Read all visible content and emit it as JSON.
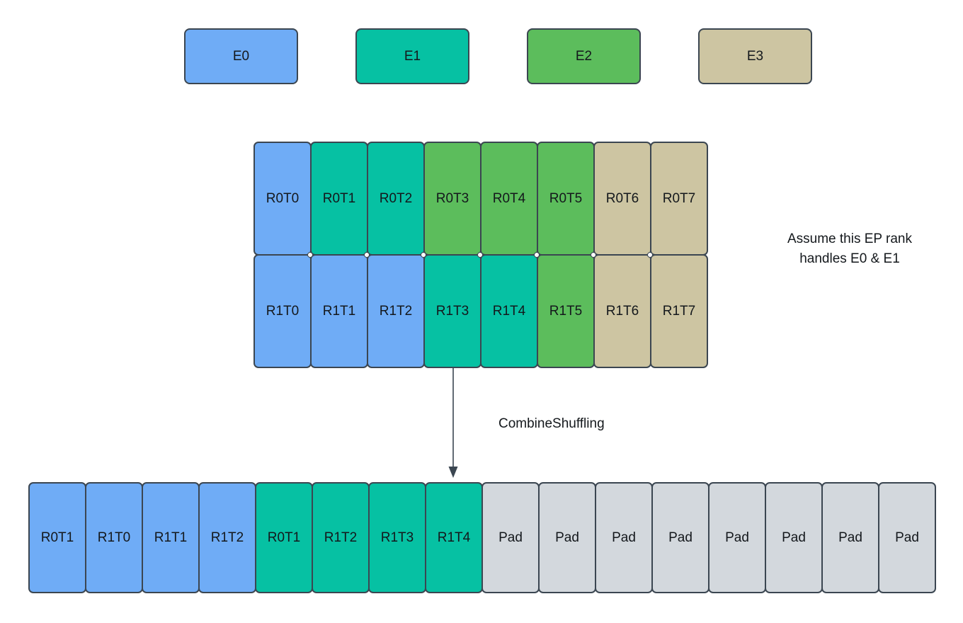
{
  "colors": {
    "e0": "#6FACF6",
    "e1": "#06C1A3",
    "e2": "#5CBD5C",
    "e3": "#CDC5A2",
    "pad": "#D3D8DD",
    "border": "#3B4651",
    "text": "#14181C"
  },
  "legend": {
    "items": [
      {
        "label": "E0",
        "color": "e0"
      },
      {
        "label": "E1",
        "color": "e1"
      },
      {
        "label": "E2",
        "color": "e2"
      },
      {
        "label": "E3",
        "color": "e3"
      }
    ]
  },
  "grid": {
    "rows": [
      {
        "cells": [
          {
            "label": "R0T0",
            "color": "e0"
          },
          {
            "label": "R0T1",
            "color": "e1"
          },
          {
            "label": "R0T2",
            "color": "e1"
          },
          {
            "label": "R0T3",
            "color": "e2"
          },
          {
            "label": "R0T4",
            "color": "e2"
          },
          {
            "label": "R0T5",
            "color": "e2"
          },
          {
            "label": "R0T6",
            "color": "e3"
          },
          {
            "label": "R0T7",
            "color": "e3"
          }
        ]
      },
      {
        "cells": [
          {
            "label": "R1T0",
            "color": "e0"
          },
          {
            "label": "R1T1",
            "color": "e0"
          },
          {
            "label": "R1T2",
            "color": "e0"
          },
          {
            "label": "R1T3",
            "color": "e1"
          },
          {
            "label": "R1T4",
            "color": "e1"
          },
          {
            "label": "R1T5",
            "color": "e2"
          },
          {
            "label": "R1T6",
            "color": "e3"
          },
          {
            "label": "R1T7",
            "color": "e3"
          }
        ]
      }
    ]
  },
  "annotation": {
    "line1": "Assume this EP rank",
    "line2": "handles E0 & E1"
  },
  "arrow": {
    "label": "CombineShuffling"
  },
  "output_row": {
    "cells": [
      {
        "label": "R0T1",
        "color": "e0"
      },
      {
        "label": "R1T0",
        "color": "e0"
      },
      {
        "label": "R1T1",
        "color": "e0"
      },
      {
        "label": "R1T2",
        "color": "e0"
      },
      {
        "label": "R0T1",
        "color": "e1"
      },
      {
        "label": "R1T2",
        "color": "e1"
      },
      {
        "label": "R1T3",
        "color": "e1"
      },
      {
        "label": "R1T4",
        "color": "e1"
      },
      {
        "label": "Pad",
        "color": "pad"
      },
      {
        "label": "Pad",
        "color": "pad"
      },
      {
        "label": "Pad",
        "color": "pad"
      },
      {
        "label": "Pad",
        "color": "pad"
      },
      {
        "label": "Pad",
        "color": "pad"
      },
      {
        "label": "Pad",
        "color": "pad"
      },
      {
        "label": "Pad",
        "color": "pad"
      },
      {
        "label": "Pad",
        "color": "pad"
      }
    ]
  }
}
